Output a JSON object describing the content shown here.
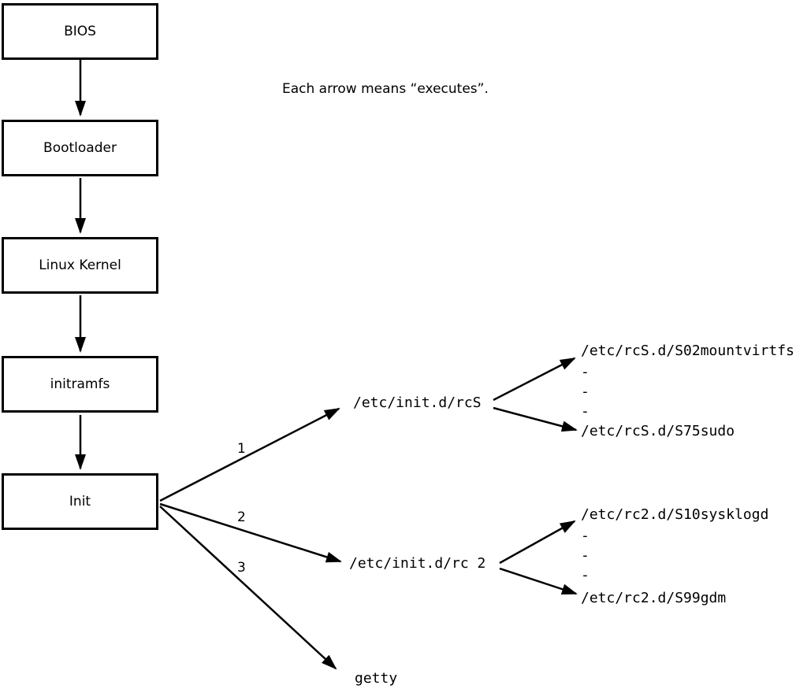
{
  "note": "Each arrow means “executes”.",
  "chain": [
    {
      "label": "BIOS"
    },
    {
      "label": "Bootloader"
    },
    {
      "label": "Linux Kernel"
    },
    {
      "label": "initramfs"
    },
    {
      "label": "Init"
    }
  ],
  "branches": [
    {
      "number": "1",
      "target": "/etc/init.d/rcS"
    },
    {
      "number": "2",
      "target": "/etc/init.d/rc 2"
    },
    {
      "number": "3",
      "target": "getty"
    }
  ],
  "rcS_list": {
    "first": "/etc/rcS.d/S02mountvirtfs",
    "dots": [
      "-",
      "-",
      "-"
    ],
    "last": "/etc/rcS.d/S75sudo"
  },
  "rc2_list": {
    "first": "/etc/rc2.d/S10sysklogd",
    "dots": [
      "-",
      "-",
      "-"
    ],
    "last": "/etc/rc2.d/S99gdm"
  },
  "colors": {
    "line": "#000000",
    "background": "#ffffff"
  }
}
